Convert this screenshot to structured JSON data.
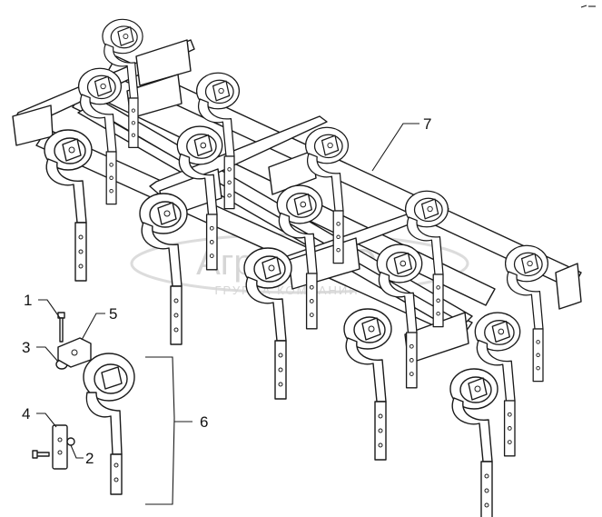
{
  "watermark": {
    "brand": "Агро-ф-ТОП",
    "sub": "ГРУППА КОМПАНИЙ"
  },
  "callouts": [
    {
      "id": "1",
      "text": "1"
    },
    {
      "id": "2",
      "text": "2"
    },
    {
      "id": "3",
      "text": "3"
    },
    {
      "id": "4",
      "text": "4"
    },
    {
      "id": "5",
      "text": "5"
    },
    {
      "id": "6",
      "text": "6"
    },
    {
      "id": "7",
      "text": "7"
    }
  ],
  "colors": {
    "line": "#1a1a1a",
    "paper": "#ffffff",
    "watermark": "#cfcfcf"
  }
}
